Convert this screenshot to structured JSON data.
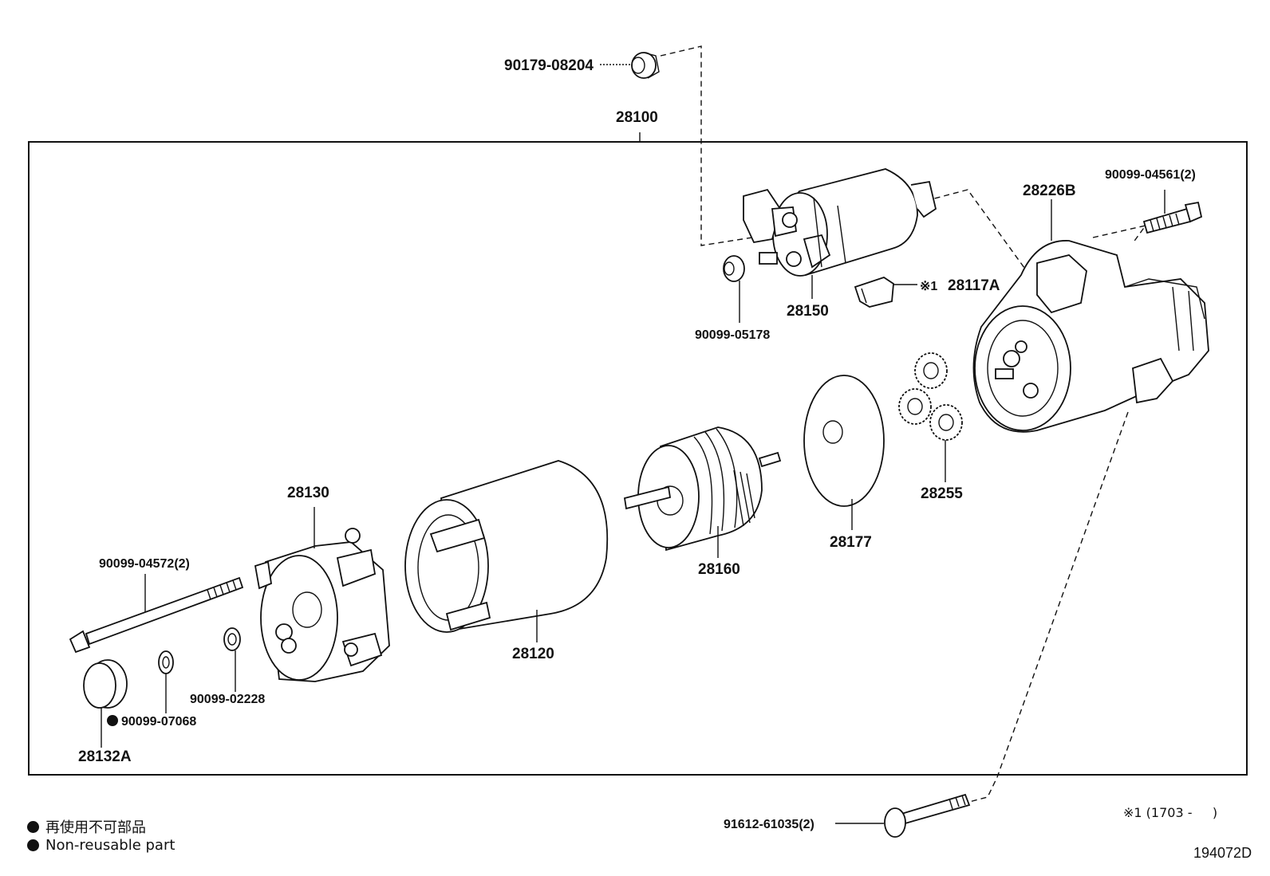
{
  "diagram": {
    "assembly": "28100",
    "labels": {
      "p28100": "28100",
      "p90179_08204": "90179-08204",
      "p90099_04561": "90099-04561(2)",
      "p28226B": "28226B",
      "p28150": "28150",
      "p28117A_prefix": "※1",
      "p28117A": "28117A",
      "p90099_05178": "90099-05178",
      "p28255": "28255",
      "p28177": "28177",
      "p28160": "28160",
      "p28130": "28130",
      "p90099_04572": "90099-04572(2)",
      "p28120": "28120",
      "p90099_02228": "90099-02228",
      "p90099_07068": "90099-07068",
      "p28132A": "28132A",
      "p91612_61035": "91612-61035(2)"
    },
    "legend": {
      "jp": "再使用不可部品",
      "en": "Non-reusable part"
    },
    "note": "※1 (1703 -     )",
    "diagram_id": "194072D"
  }
}
